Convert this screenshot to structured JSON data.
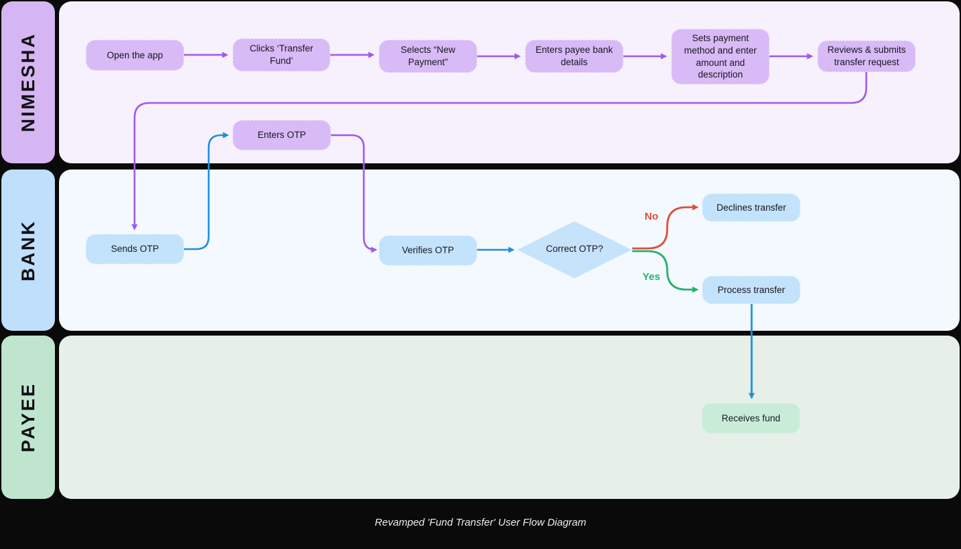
{
  "diagram": {
    "caption": "Revamped 'Fund Transfer' User Flow Diagram"
  },
  "lanes": {
    "nimesha": {
      "label": "NIMESHA",
      "label_bg": "#d6b6f2",
      "panel_bg": "#f6f1fc"
    },
    "bank": {
      "label": "BANK",
      "label_bg": "#bfdffb",
      "panel_bg": "#f3f9fe"
    },
    "payee": {
      "label": "PAYEE",
      "label_bg": "#bfe5cf",
      "panel_bg": "#e6efe8"
    }
  },
  "nodes": {
    "open_app": {
      "label": "Open the app",
      "lane": "nimesha"
    },
    "clicks_transfer_fund": {
      "label": "Clicks ‘Transfer Fund’",
      "lane": "nimesha"
    },
    "selects_new_payment": {
      "label": "Selects “New Payment”",
      "lane": "nimesha"
    },
    "enters_payee_details": {
      "label": "Enters payee bank details",
      "lane": "nimesha"
    },
    "sets_payment_method": {
      "label": "Sets payment method and enter amount and description",
      "lane": "nimesha"
    },
    "reviews_submits": {
      "label": "Reviews & submits transfer request",
      "lane": "nimesha"
    },
    "enters_otp": {
      "label": "Enters OTP",
      "lane": "nimesha"
    },
    "sends_otp": {
      "label": "Sends OTP",
      "lane": "bank"
    },
    "verifies_otp": {
      "label": "Verifies OTP",
      "lane": "bank"
    },
    "correct_otp": {
      "label": "Correct OTP?",
      "lane": "bank",
      "shape": "decision-diamond"
    },
    "declines_transfer": {
      "label": "Declines transfer",
      "lane": "bank"
    },
    "process_transfer": {
      "label": "Process transfer",
      "lane": "bank"
    },
    "receives_fund": {
      "label": "Receives fund",
      "lane": "payee"
    }
  },
  "edge_labels": {
    "no": "No",
    "yes": "Yes"
  },
  "colors": {
    "background": "#0a0a0a",
    "arrow_purple": "#a259ec",
    "arrow_blue": "#1e8fe0",
    "arrow_red": "#dd4f38",
    "arrow_green": "#24b26b",
    "node_purple": "#d8baf7",
    "node_blue": "#c3e2fb",
    "node_green": "#c9ecd9",
    "diamond_fill": "#c5e3fb",
    "caption_text": "#ededf4"
  }
}
